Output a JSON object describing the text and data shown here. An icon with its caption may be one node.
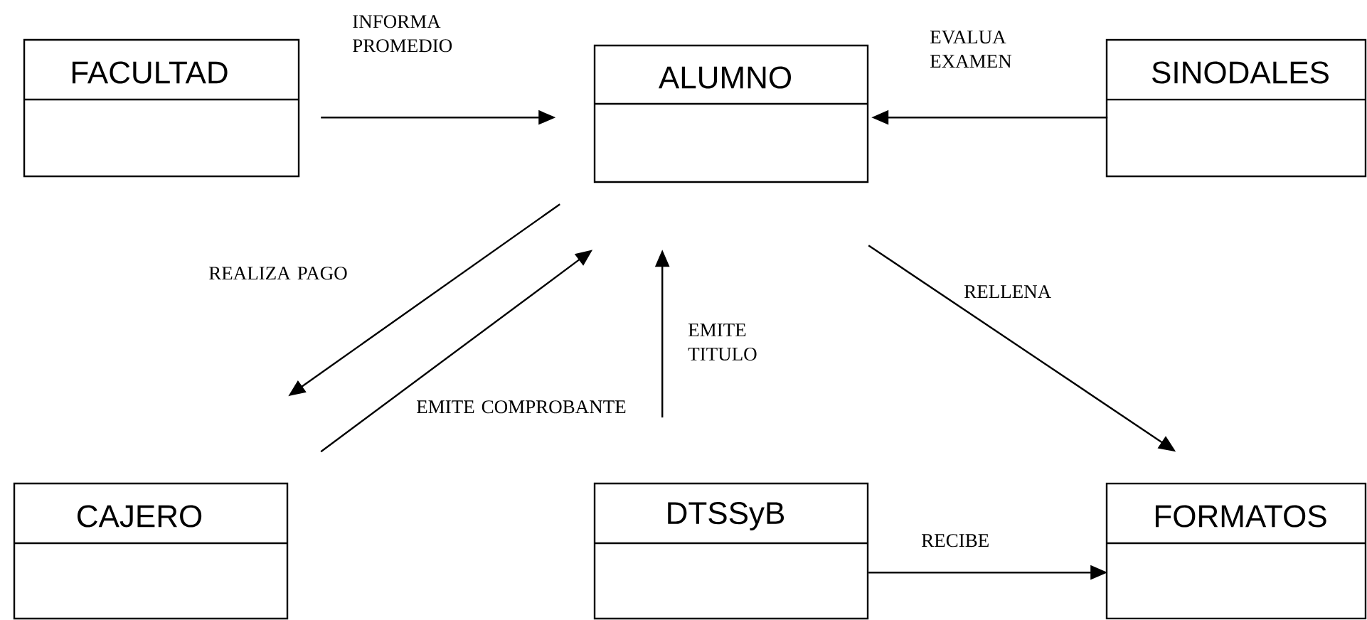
{
  "diagram": {
    "nodes": [
      {
        "text": [
          "FACULTAD"
        ]
      },
      {
        "text": [
          "ALUMNO"
        ]
      },
      {
        "text": [
          "SINODALES"
        ]
      },
      {
        "text": [
          "CAJERO"
        ]
      },
      {
        "text": [
          "DTSSyB"
        ]
      },
      {
        "text": [
          "FORMATOS"
        ]
      }
    ],
    "edges": [
      {
        "from": 0,
        "to": 1,
        "arrow": "to",
        "label": "INFORMA PROMEDIO"
      },
      {
        "from": 2,
        "to": 1,
        "arrow": "to",
        "label": "EVALUA EXAMEN"
      },
      {
        "from": 1,
        "to": 3,
        "arrow": "to",
        "label": "REALIZA PAGO"
      },
      {
        "from": 3,
        "to": 1,
        "arrow": "to",
        "label": "EMITE COMPROBANTE"
      },
      {
        "from": 4,
        "to": 1,
        "arrow": "to",
        "label": "EMITE TITULO"
      },
      {
        "from": 1,
        "to": 5,
        "arrow": "to",
        "label": "RELLENA"
      },
      {
        "from": 4,
        "to": 5,
        "arrow": "to",
        "label": "RECIBE"
      }
    ]
  }
}
